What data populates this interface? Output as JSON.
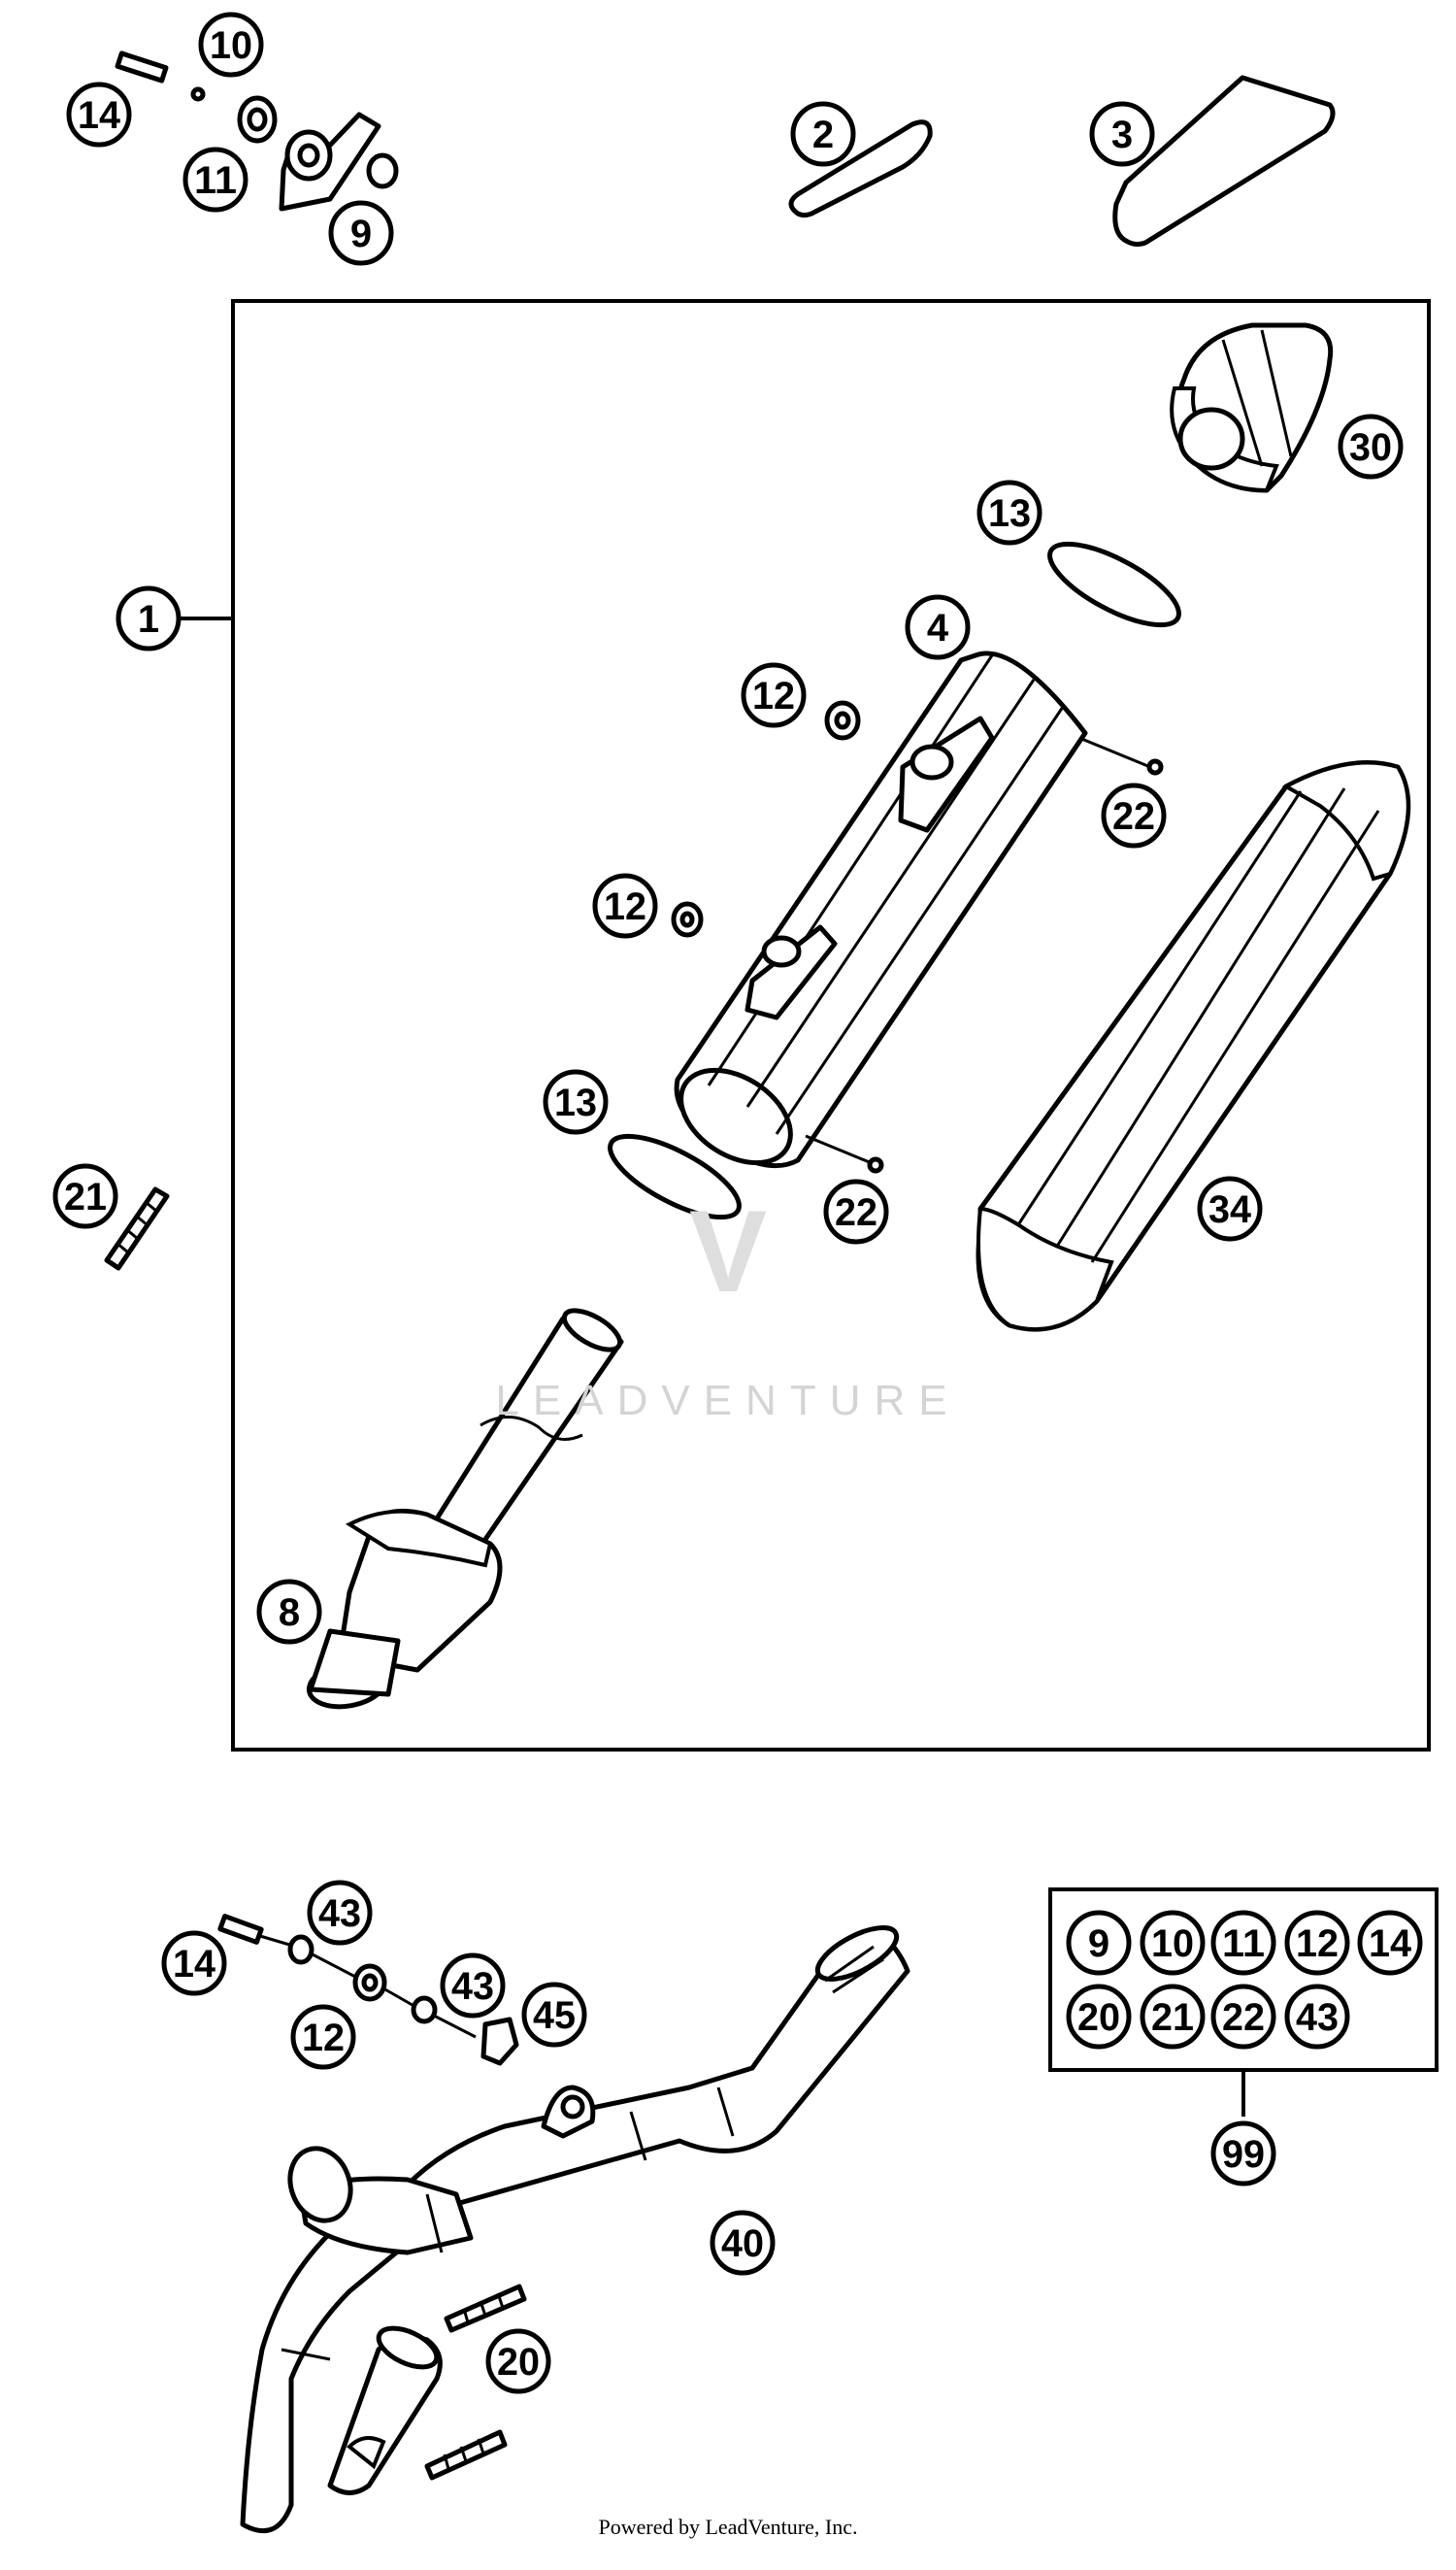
{
  "diagram": {
    "watermark": "LEADVENTURE",
    "footer": "Powered by LeadVenture, Inc.",
    "callouts": [
      {
        "id": "c14a",
        "label": "14"
      },
      {
        "id": "c10a",
        "label": "10"
      },
      {
        "id": "c11a",
        "label": "11"
      },
      {
        "id": "c9a",
        "label": "9"
      },
      {
        "id": "c2",
        "label": "2"
      },
      {
        "id": "c3",
        "label": "3"
      },
      {
        "id": "c30",
        "label": "30"
      },
      {
        "id": "c13a",
        "label": "13"
      },
      {
        "id": "c1",
        "label": "1"
      },
      {
        "id": "c4",
        "label": "4"
      },
      {
        "id": "c12a",
        "label": "12"
      },
      {
        "id": "c22a",
        "label": "22"
      },
      {
        "id": "c12b",
        "label": "12"
      },
      {
        "id": "c13b",
        "label": "13"
      },
      {
        "id": "c22b",
        "label": "22"
      },
      {
        "id": "c34",
        "label": "34"
      },
      {
        "id": "c21a",
        "label": "21"
      },
      {
        "id": "c8",
        "label": "8"
      },
      {
        "id": "c43a",
        "label": "43"
      },
      {
        "id": "c14b",
        "label": "14"
      },
      {
        "id": "c43b",
        "label": "43"
      },
      {
        "id": "c45",
        "label": "45"
      },
      {
        "id": "c12c",
        "label": "12"
      },
      {
        "id": "c40",
        "label": "40"
      },
      {
        "id": "c20a",
        "label": "20"
      },
      {
        "id": "k9",
        "label": "9"
      },
      {
        "id": "k10",
        "label": "10"
      },
      {
        "id": "k11",
        "label": "11"
      },
      {
        "id": "k12",
        "label": "12"
      },
      {
        "id": "k14",
        "label": "14"
      },
      {
        "id": "k20",
        "label": "20"
      },
      {
        "id": "k21",
        "label": "21"
      },
      {
        "id": "k22",
        "label": "22"
      },
      {
        "id": "k43",
        "label": "43"
      },
      {
        "id": "c99",
        "label": "99"
      }
    ]
  }
}
